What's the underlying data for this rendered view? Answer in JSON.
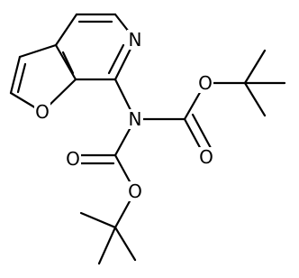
{
  "molecule": {
    "atoms": {
      "pyridine_n": "N",
      "furan_o": "O",
      "amide_n": "N",
      "carbonyl_o_upper": "O",
      "ester_o_upper": "O",
      "carbonyl_o_lower": "O",
      "ester_o_lower": "O"
    }
  },
  "colors": {
    "bond": "#000000",
    "background": "#ffffff"
  }
}
